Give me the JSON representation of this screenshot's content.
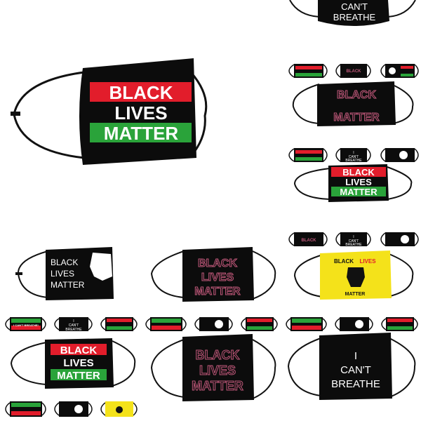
{
  "masks": {
    "blm": {
      "line1": "BLACK",
      "line2": "LIVES",
      "line3": "MATTER"
    },
    "breathe": {
      "line1": "I",
      "line2": "CAN'T",
      "line3": "BREATHE"
    },
    "breathe_top": {
      "line1": "CAN'T",
      "line2": "BREATHE"
    },
    "fist": {
      "line1": "BLACK",
      "line2": "LIVES",
      "line3": "MATTER"
    },
    "yellow": {
      "word1": "BLACK",
      "word2": "LIVES",
      "word3": "MATTER"
    },
    "mini_breathe": "I CAN'T BREATHE!"
  },
  "colors": {
    "red": "#e21d2b",
    "green": "#2aa33a",
    "black": "#0c0c0c",
    "yellow": "#f4e21a",
    "floral": "#c0587a"
  }
}
